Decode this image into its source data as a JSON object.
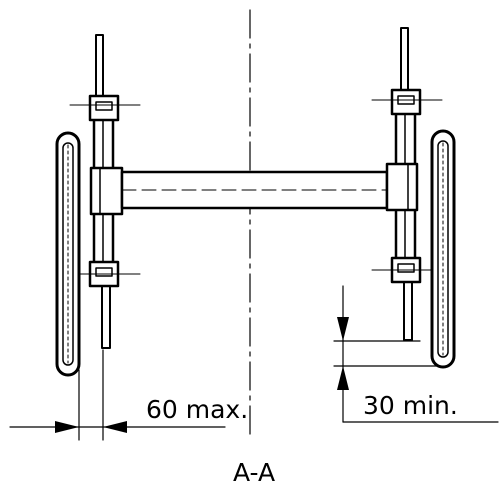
{
  "drawing": {
    "dimension_left": "60 max.",
    "dimension_right": "30 min.",
    "section_label": "A-A"
  }
}
